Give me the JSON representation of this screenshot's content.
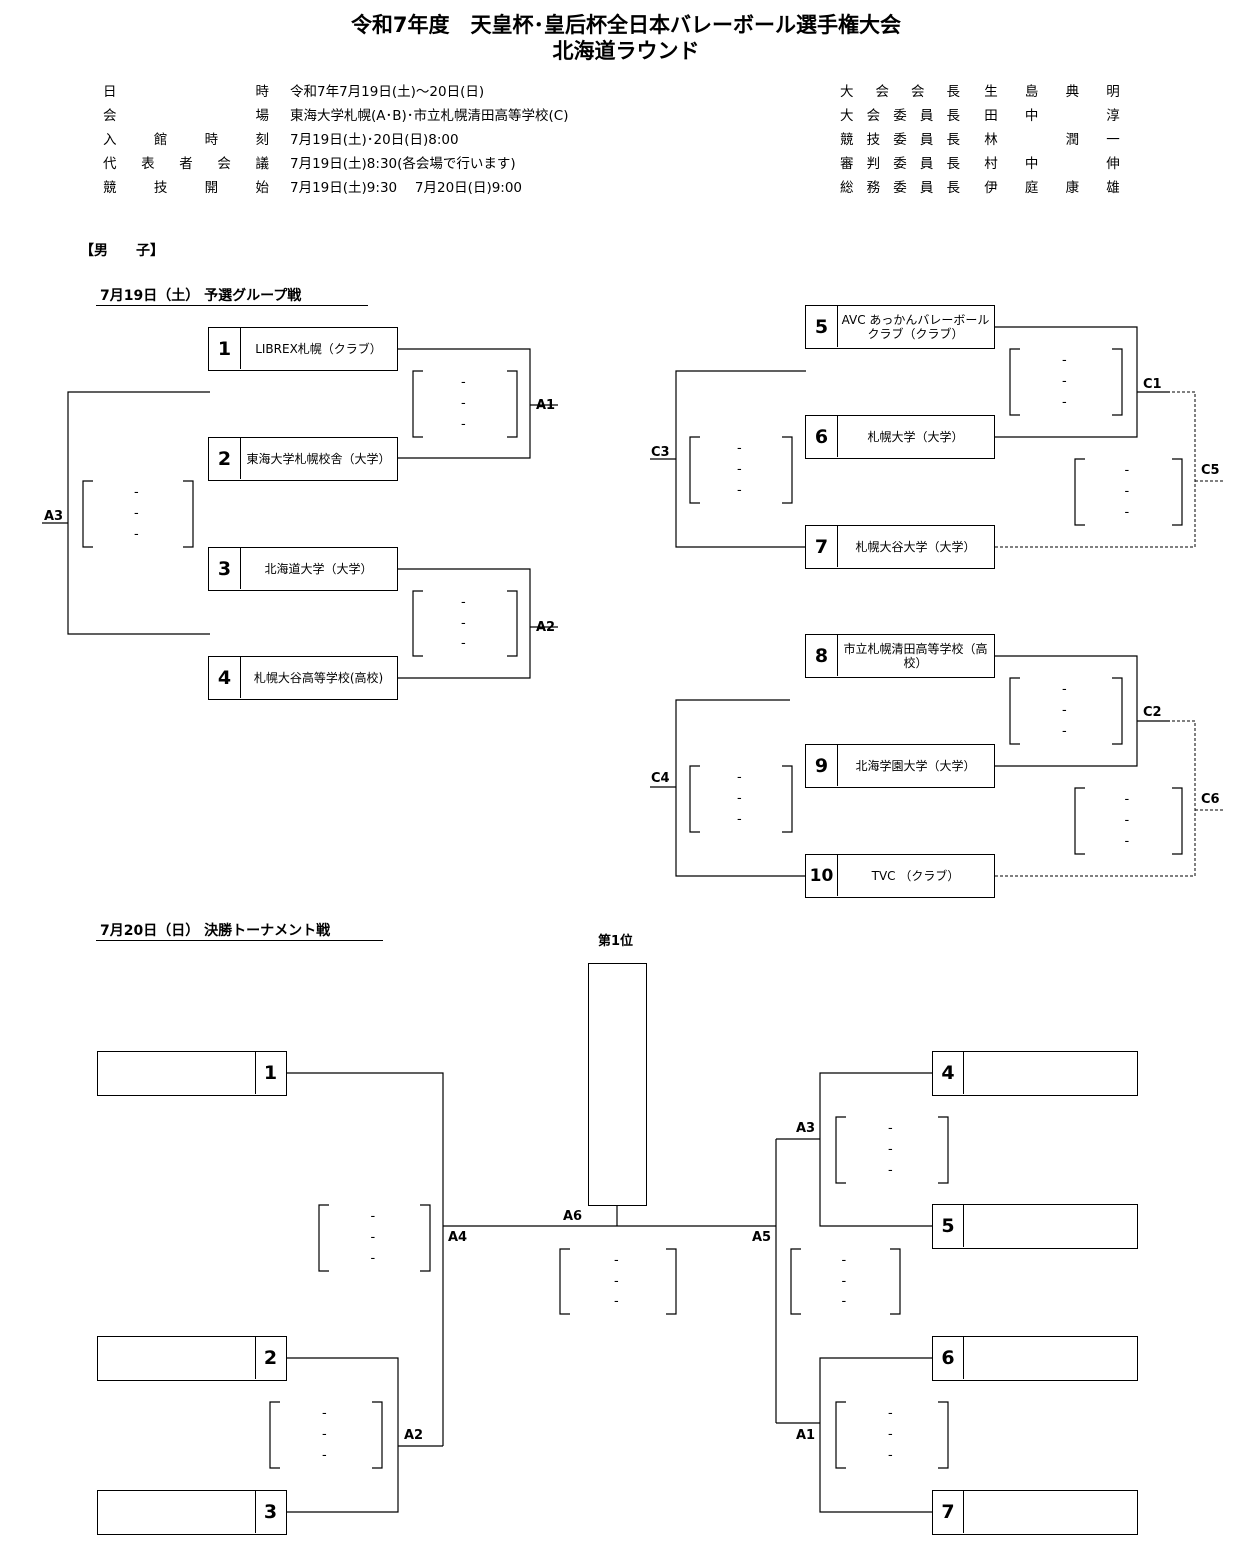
{
  "header": {
    "title_line1": "令和7年度　天皇杯･皇后杯全日本バレーボール選手権大会",
    "title_line2": "北海道ラウンド"
  },
  "info": [
    {
      "label": [
        "日",
        "時"
      ],
      "value": "令和7年7月19日(土)～20日(日)"
    },
    {
      "label": [
        "会",
        "場"
      ],
      "value": "東海大学札幌(A･B)･市立札幌清田高等学校(C)"
    },
    {
      "label": [
        "入",
        "館",
        "時",
        "刻"
      ],
      "value": "7月19日(土)･20日(日)8:00"
    },
    {
      "label": [
        "代",
        "表",
        "者",
        "会",
        "議"
      ],
      "value": "7月19日(土)8:30(各会場で行います)"
    },
    {
      "label": [
        "競",
        "技",
        "開",
        "始"
      ],
      "value": "7月19日(土)9:30　 7月20日(日)9:00"
    }
  ],
  "officials": [
    {
      "role": [
        "大",
        "会",
        "会",
        "長"
      ],
      "name": [
        "生",
        "島",
        "典",
        "明"
      ]
    },
    {
      "role": [
        "大",
        "会",
        "委",
        "員",
        "長"
      ],
      "name": [
        "田",
        "中",
        "",
        "淳"
      ]
    },
    {
      "role": [
        "競",
        "技",
        "委",
        "員",
        "長"
      ],
      "name": [
        "林",
        "",
        "潤",
        "一"
      ]
    },
    {
      "role": [
        "審",
        "判",
        "委",
        "員",
        "長"
      ],
      "name": [
        "村",
        "中",
        "",
        "伸"
      ]
    },
    {
      "role": [
        "総",
        "務",
        "委",
        "員",
        "長"
      ],
      "name": [
        "伊",
        "庭",
        "康",
        "雄"
      ]
    }
  ],
  "division": "【男　　子】",
  "day1_heading": "7月19日（土）  予選グループ戦",
  "day2_heading": "7月20日（日）  決勝トーナメント戦",
  "group_teams": [
    {
      "num": "1",
      "name": "LIBREX札幌（クラブ）"
    },
    {
      "num": "2",
      "name": "東海大学札幌校舎（大学）"
    },
    {
      "num": "3",
      "name": "北海道大学（大学）"
    },
    {
      "num": "4",
      "name": "札幌大谷高等学校(高校)"
    },
    {
      "num": "5",
      "name": "AVC あっかんバレーボールクラブ（クラブ）"
    },
    {
      "num": "6",
      "name": "札幌大学（大学）"
    },
    {
      "num": "7",
      "name": "札幌大谷大学（大学）"
    },
    {
      "num": "8",
      "name": "市立札幌清田高等学校（高校）"
    },
    {
      "num": "9",
      "name": "北海学園大学（大学）"
    },
    {
      "num": "10",
      "name": "TVC （クラブ）"
    }
  ],
  "match_codes": {
    "A1": "A1",
    "A2": "A2",
    "A3": "A3",
    "C1": "C1",
    "C2": "C2",
    "C3": "C3",
    "C4": "C4",
    "C5": "C5",
    "C6": "C6",
    "A4": "A4",
    "A5": "A5",
    "A6": "A6"
  },
  "score_dash": "-",
  "champion_label": "第1位",
  "final_slots": [
    "1",
    "2",
    "3",
    "4",
    "5",
    "6",
    "7"
  ]
}
